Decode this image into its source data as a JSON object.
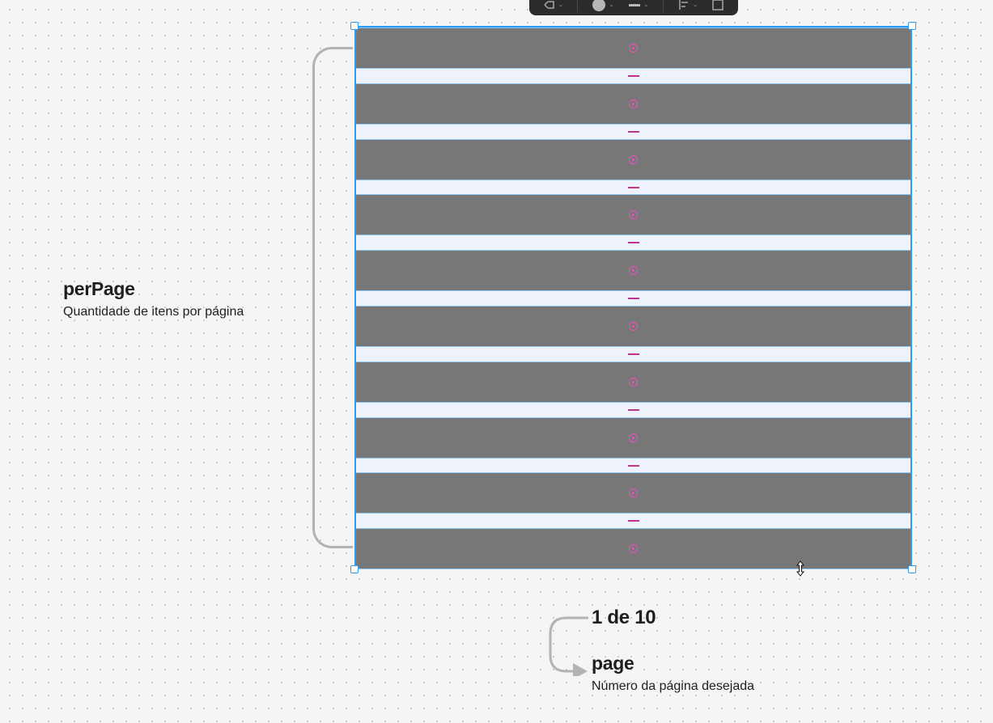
{
  "canvas": {
    "perpage_title": "perPage",
    "perpage_desc": "Quantidade de itens por página",
    "counter_text": "1 de 10",
    "page_title": "page",
    "page_desc": "Número da página desejada"
  },
  "list": {
    "item_count": 10
  },
  "toolbar": {
    "tools": [
      "position-icon",
      "fill-icon",
      "stroke-icon",
      "align-icon",
      "frame-icon"
    ]
  },
  "colors": {
    "selection": "#2f9cf4",
    "item_fill": "#777777",
    "spacing_marker": "#f24ec0",
    "bracket": "#b3b3b3"
  }
}
